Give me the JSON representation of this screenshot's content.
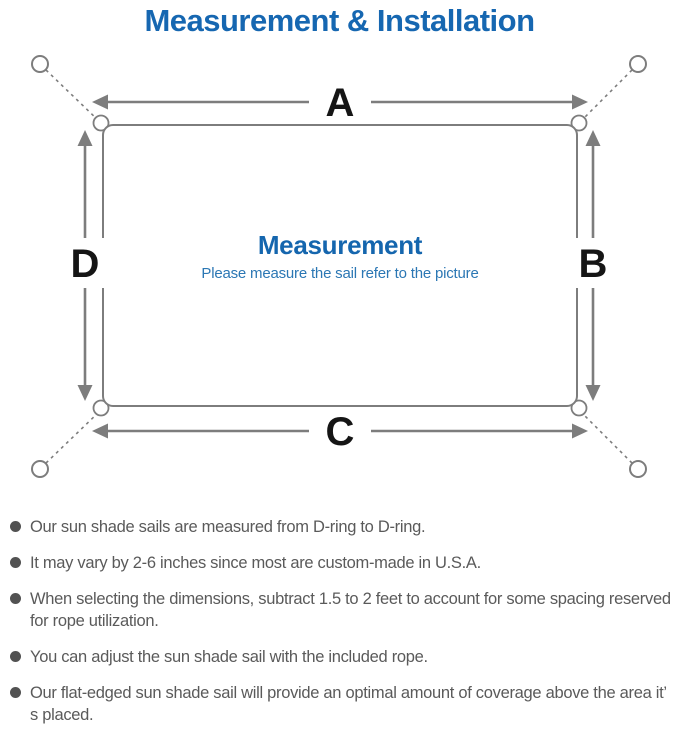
{
  "title": "Measurement & Installation",
  "diagram": {
    "labels": {
      "top": "A",
      "right": "B",
      "bottom": "C",
      "left": "D"
    },
    "center_heading": "Measurement",
    "center_subtitle": "Please measure the sail refer to the picture"
  },
  "bullets": [
    "Our sun shade sails are measured from D-ring to D-ring.",
    "It may vary by 2-6 inches since most are custom-made in U.S.A.",
    "When selecting the dimensions, subtract 1.5 to 2 feet to account for some spacing reserved for rope utilization.",
    "You can adjust the sun shade sail with the included rope.",
    "Our flat-edged sun shade sail will provide an optimal amount of coverage above the area it’ s placed."
  ],
  "colors": {
    "title_blue": "#1667b1",
    "heading_blue": "#1566ae",
    "subtitle_blue": "#2b77b4",
    "line_gray": "#7d7d7d",
    "label_black": "#151515",
    "note_text_gray": "#5a5a5a"
  }
}
